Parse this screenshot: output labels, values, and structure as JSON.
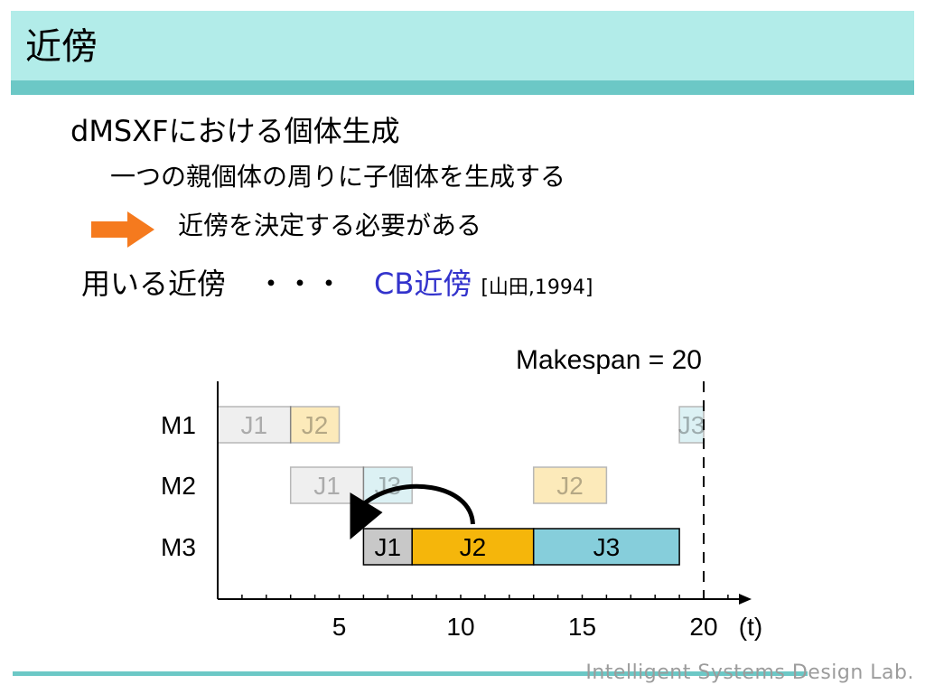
{
  "slide": {
    "title": "近傍",
    "heading": "dMSXFにおける個体生成",
    "sub1": "一つの親個体の周りに子個体を生成する",
    "sub2": "近傍を決定する必要がある",
    "neighborhood_label": "用いる近傍",
    "dots": "・・・",
    "neighborhood_name": "CB近傍",
    "citation": "[山田,1994]",
    "footer": "Intelligent Systems Design Lab."
  },
  "colors": {
    "title_bg": "#b2ece9",
    "title_rule": "#6cc8c6",
    "arrow": "#f57a1e",
    "highlight_text": "#3333cc",
    "J1": "#c8c8c8",
    "J2": "#f5b60b",
    "J3": "#86cedb"
  },
  "chart_data": {
    "type": "gantt",
    "makespan_label": "Makespan = 20",
    "makespan": 20,
    "machines": [
      "M1",
      "M2",
      "M3"
    ],
    "x_ticks": [
      5,
      10,
      15,
      20
    ],
    "x_unit": "(t)",
    "xlim": [
      0,
      22
    ],
    "tasks": [
      {
        "machine": "M1",
        "job": "J1",
        "start": 0,
        "end": 3,
        "faded": true
      },
      {
        "machine": "M1",
        "job": "J2",
        "start": 3,
        "end": 5,
        "faded": true
      },
      {
        "machine": "M1",
        "job": "J3",
        "start": 19,
        "end": 20,
        "faded": true
      },
      {
        "machine": "M2",
        "job": "J1",
        "start": 3,
        "end": 6,
        "faded": true
      },
      {
        "machine": "M2",
        "job": "J3",
        "start": 6,
        "end": 8,
        "faded": true
      },
      {
        "machine": "M2",
        "job": "J2",
        "start": 13,
        "end": 16,
        "faded": true
      },
      {
        "machine": "M3",
        "job": "J1",
        "start": 6,
        "end": 8,
        "faded": false
      },
      {
        "machine": "M3",
        "job": "J2",
        "start": 8,
        "end": 13,
        "faded": false
      },
      {
        "machine": "M3",
        "job": "J3",
        "start": 13,
        "end": 19,
        "faded": false
      }
    ],
    "move": {
      "job": "J2",
      "from_machine": "M3",
      "to_time": 5
    }
  }
}
